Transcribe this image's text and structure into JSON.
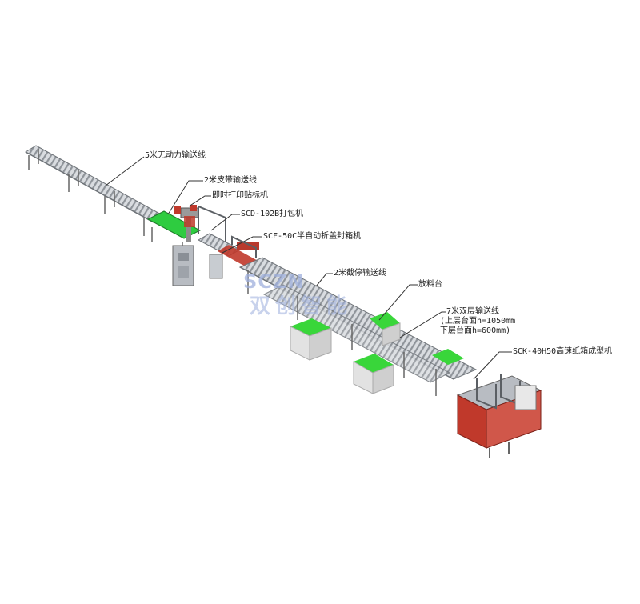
{
  "watermark": {
    "logo_text": "SCZN",
    "cn_text": "双创智能"
  },
  "colors": {
    "frame": "#777777",
    "roller": "#b5b9bf",
    "belt_green": "#2ecc40",
    "cabinet_red": "#c0392b",
    "leader": "#333333",
    "block_top": "#39d63a",
    "block_side": "#e2e2e2"
  },
  "callouts": [
    {
      "id": "unpowered-conveyor",
      "text": "5米无动力输送线"
    },
    {
      "id": "belt-conveyor",
      "text": "2米皮带输送线"
    },
    {
      "id": "print-label-machine",
      "text": "即时打印贴标机"
    },
    {
      "id": "strapping-machine",
      "text": "SCD-102B打包机"
    },
    {
      "id": "case-sealer",
      "text": "SCF-50C半自动折盖封箱机"
    },
    {
      "id": "stop-conveyor",
      "text": "2米截停输送线"
    },
    {
      "id": "loading-table",
      "text": "放料台"
    },
    {
      "id": "double-layer-conveyor",
      "lines": [
        "7米双层输送线",
        "(上层台面h=1050mm",
        "下层台面h=600mm)"
      ]
    },
    {
      "id": "case-erector",
      "text": "SCK-40H50高速纸箱成型机"
    }
  ]
}
